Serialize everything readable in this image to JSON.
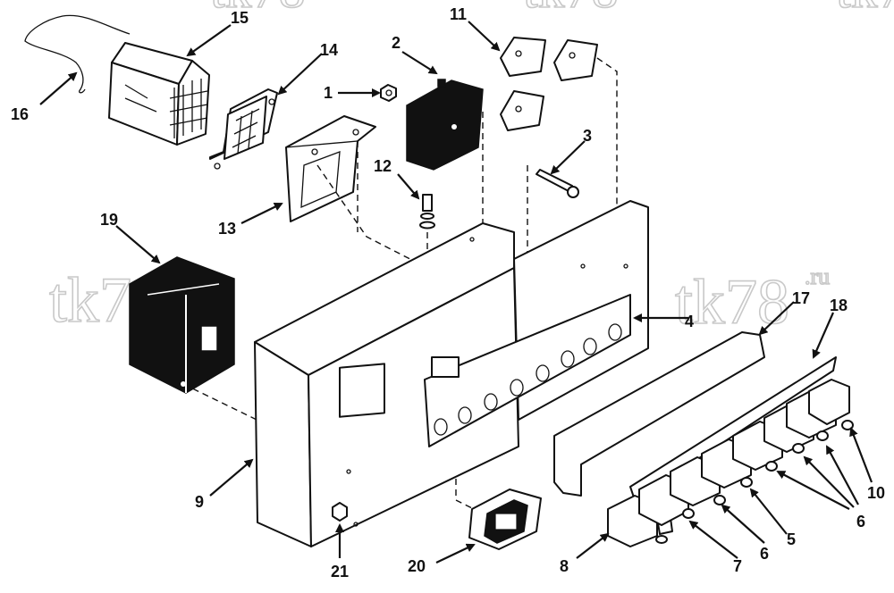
{
  "watermark": {
    "text": "tk78",
    "suffix": ".ru"
  },
  "callouts": {
    "c1": "1",
    "c2": "2",
    "c3": "3",
    "c4": "4",
    "c5": "5",
    "c6a": "6",
    "c6b": "6",
    "c7": "7",
    "c8": "8",
    "c9": "9",
    "c10": "10",
    "c11": "11",
    "c12": "12",
    "c13": "13",
    "c14": "14",
    "c15": "15",
    "c16": "16",
    "c17": "17",
    "c18": "18",
    "c19": "19",
    "c20": "20",
    "c21": "21"
  },
  "colors": {
    "ink": "#111111",
    "paper": "#ffffff",
    "watermark": "#c9c9c9"
  }
}
